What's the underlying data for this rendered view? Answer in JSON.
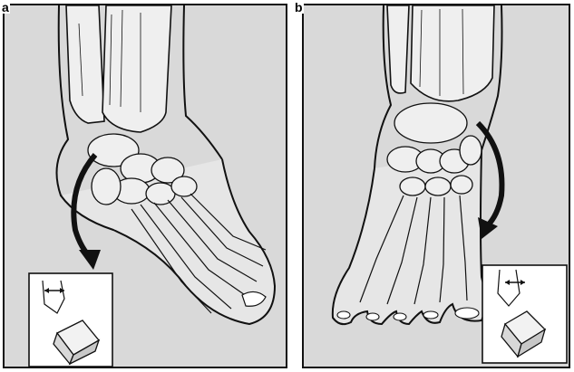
{
  "figure": {
    "panels": [
      {
        "letter": "a",
        "view": "lateral",
        "motion": "inversion",
        "inset_icons": [
          "arrow-icon",
          "cube-icon"
        ]
      },
      {
        "letter": "b",
        "view": "anterior",
        "motion": "inversion",
        "inset_icons": [
          "arrow-icon",
          "cube-icon"
        ]
      }
    ],
    "colors": {
      "background": "#d9d9d9",
      "line": "#111111",
      "bone": "#efefef",
      "inset": "#ffffff"
    }
  }
}
